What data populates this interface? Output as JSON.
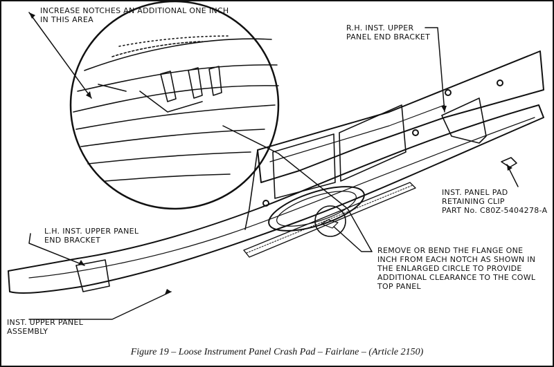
{
  "callouts": {
    "increase_notches": "INCREASE NOTCHES AN ADDITIONAL ONE INCH\nIN THIS AREA",
    "rh_bracket": "R.H. INST. UPPER\nPANEL END BRACKET",
    "clip": "INST. PANEL PAD\nRETAINING CLIP\nPART No. C80Z-5404278-A",
    "lh_bracket": "L.H. INST. UPPER PANEL\nEND BRACKET",
    "remove_flange": "REMOVE OR BEND THE FLANGE ONE\nINCH FROM EACH NOTCH AS SHOWN IN\nTHE ENLARGED CIRCLE TO PROVIDE\nADDITIONAL CLEARANCE TO THE COWL\nTOP PANEL",
    "upper_panel": "INST. UPPER PANEL\nASSEMBLY"
  },
  "caption": "Figure 19 – Loose Instrument Panel Crash Pad – Fairlane – (Article 2150)"
}
